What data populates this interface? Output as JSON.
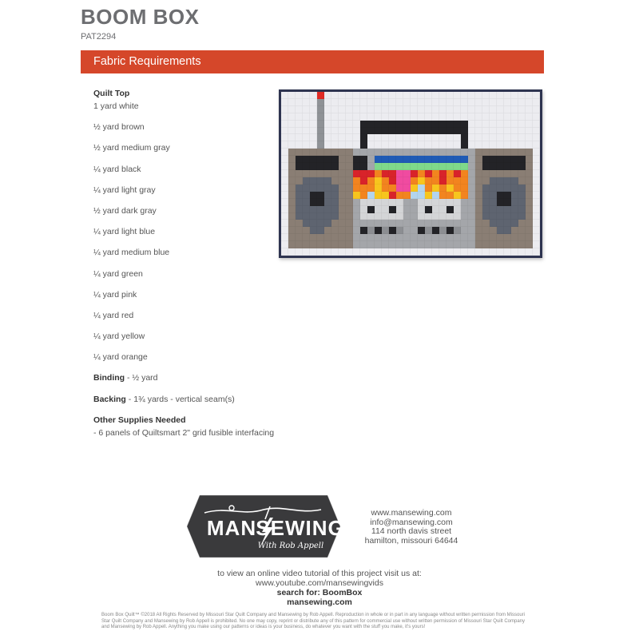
{
  "header": {
    "title": "BOOM BOX",
    "pattern_code": "PAT2294",
    "banner_label": "Fabric Requirements",
    "banner_color": "#d5472a"
  },
  "requirements": {
    "quilt_top_heading": "Quilt Top",
    "quilt_top_items": [
      "1 yard white",
      "½ yard brown",
      "½ yard medium gray",
      "¼ yard black",
      "¼ yard light gray",
      "½ yard dark gray",
      "¼ yard light blue",
      "¼ yard medium blue",
      "¼ yard green",
      "¼ yard pink",
      "¼ yard red",
      "¼ yard yellow",
      "¼ yard orange"
    ],
    "binding_label": "Binding",
    "binding_value": " - ½ yard",
    "backing_label": "Backing",
    "backing_value": " - 1¾ yards - vertical seam(s)",
    "other_heading": "Other Supplies Needed",
    "other_items": [
      "- 6 panels of Quiltsmart 2\" grid fusible interfacing"
    ]
  },
  "quilt_image": {
    "description": "Pixel quilt of a boom box",
    "palette": {
      "W": "#ececf0",
      "R": "#e02a24",
      "A": "#8f9296",
      "K": "#232327",
      "B": "#8a7e74",
      "D": "#5e6470",
      "d": "#6e7480",
      "M": "#a4a6aa",
      "L": "#d4d5d7",
      "N": "#1f5bb5",
      "G": "#7fd98a",
      "P": "#f04ba0",
      "r": "#d8232a",
      "Y": "#f7c51e",
      "O": "#f2841f",
      "S": "#b3d4ee",
      "g": "#8c8e92"
    },
    "rows": [
      "WWWWWRWWWWWWWWWWWWWWWWWWWWWWWWWWWWWW",
      "WWWWWAWWWWWWWWWWWWWWWWWWWWWWWWWWWWWW",
      "WWWWWAWWWWWWWWWWWWWWWWWWWWWWWWWWWWWW",
      "WWWWWAWWWWWWWWWWWWWWWWWWWWWWWWWWWWWW",
      "WWWWWAWWWWWKKKKKKKKKKKKKKKWWWWWWWWWW",
      "WWWWWAWWWWWKKKKKKKKKKKKKKKWWWWWWWWWW",
      "WWWWWAWWWWWKWWWWWWWWWWWWWKWWWWWWWWWW",
      "WWWWWAWWWWWKWWWWWWWWWWWWWKWWWWWWWWWW",
      "WBBBBBBBBBMMMMMMMMMMMMMMMMMBBBBBBBBW",
      "WBKKKKKKBBKKMNNNNNNNNNNNNNMBKKKKKKBW",
      "WBKKKKKKBBKKMGGGGGGGGGGGGGMBKKKKKKBW",
      "WBBBBBBBBBrrrOrrPPrOrOrOrOMBBBBBBBBW",
      "WBBDDDDBBBOrOYOrPPOYOOrOOOMBBDDDDBBW",
      "WBDDDDDDBBOOOYOOPPYSOYOYOOMBDDDDDDBW",
      "WBDDKKDDBBYOSYYrOOSSYSOOYOMBDDKKDDBW",
      "WBDDKKDDBBMLLLLLLMMLLLLLLMMBDDKKDDBW",
      "WBDDDDDDBBMLKLLKLMMLKLLKLMMBDDDDDDBW",
      "WBDDDDDDBBMLLLLLLMMLLLLLLMMBDDDDDDBW",
      "WBBDDDDBBBMMMMMMMMMMMMMMMMMBBDDDDBBW",
      "WBBBDDBBBBMKgKgKgMMKgKgKgMMBBBDDBBBW",
      "WBBBBBBBBBMMMMMMMMMMMMMMMMMBBBBBBBBW",
      "WBBBBBBBBBMMMMMMMMMMMMMMMMMBBBBBBBBW",
      "WWWWWWWWWWWWWWWWWWWWWWWWWWWWWWWWWWWW"
    ]
  },
  "footer": {
    "logo": {
      "brand_left": "MAN",
      "brand_right": "SEWING",
      "tagline": "With Rob Appell",
      "bg_color": "#3a3a3c"
    },
    "contact": [
      "www.mansewing.com",
      "info@mansewing.com",
      "114 north davis street",
      "hamilton, missouri 64644"
    ],
    "video": {
      "line1": "to view an online video tutorial of this project visit us at:",
      "line2": "www.youtube.com/mansewingvids",
      "line3": "search for: BoomBox",
      "line4": "mansewing.com"
    },
    "legal": "Boom Box Quilt™ ©2018 All Rights Reserved by Missouri Star Quilt Company and Mansewing by Rob Appell. Reproduction in whole or in part in any language without written permission from Missouri Star Quilt Company and Mansewing by Rob Appell is prohibited. No one may copy, reprint or distribute any of this pattern for commercial use without written permission of Missouri Star Quilt Company and Mansewing by Rob Appell. Anything you make using our patterns or ideas is your business, do whatever you want with the stuff you make, it's yours!"
  }
}
